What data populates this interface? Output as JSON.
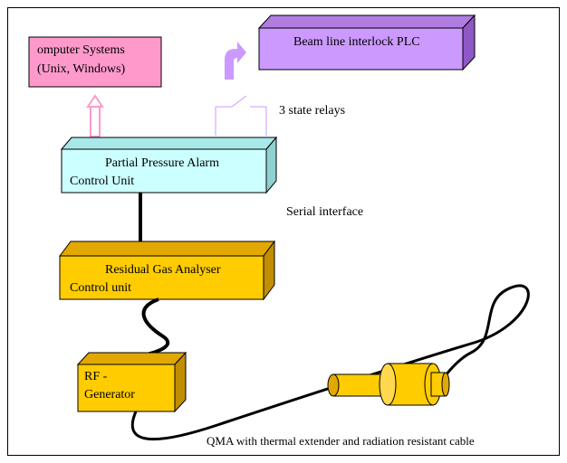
{
  "diagram": {
    "computer_systems": {
      "line1": "omputer Systems",
      "line2": "(Unix, Windows)"
    },
    "plc": {
      "label": "Beam line interlock PLC"
    },
    "relays": {
      "label": "3 state relays"
    },
    "ppa": {
      "line1": "Partial Pressure Alarm",
      "line2": "Control Unit"
    },
    "serial": {
      "label": "Serial interface"
    },
    "rga": {
      "line1": "Residual Gas Analyser",
      "line2": "Control unit"
    },
    "rf": {
      "line1": "RF -",
      "line2": "Generator"
    },
    "qma": {
      "label": "QMA with thermal extender and radiation resistant cable"
    }
  },
  "colors": {
    "computer_systems": "#ff99cc",
    "plc": "#cc99ff",
    "ppa": "#ccffff",
    "rga": "#ffcc00",
    "rf": "#ffcc00",
    "qma": "#ffcc00",
    "arrow_pink": "#ff99cc",
    "arrow_purple": "#cc99ff"
  }
}
